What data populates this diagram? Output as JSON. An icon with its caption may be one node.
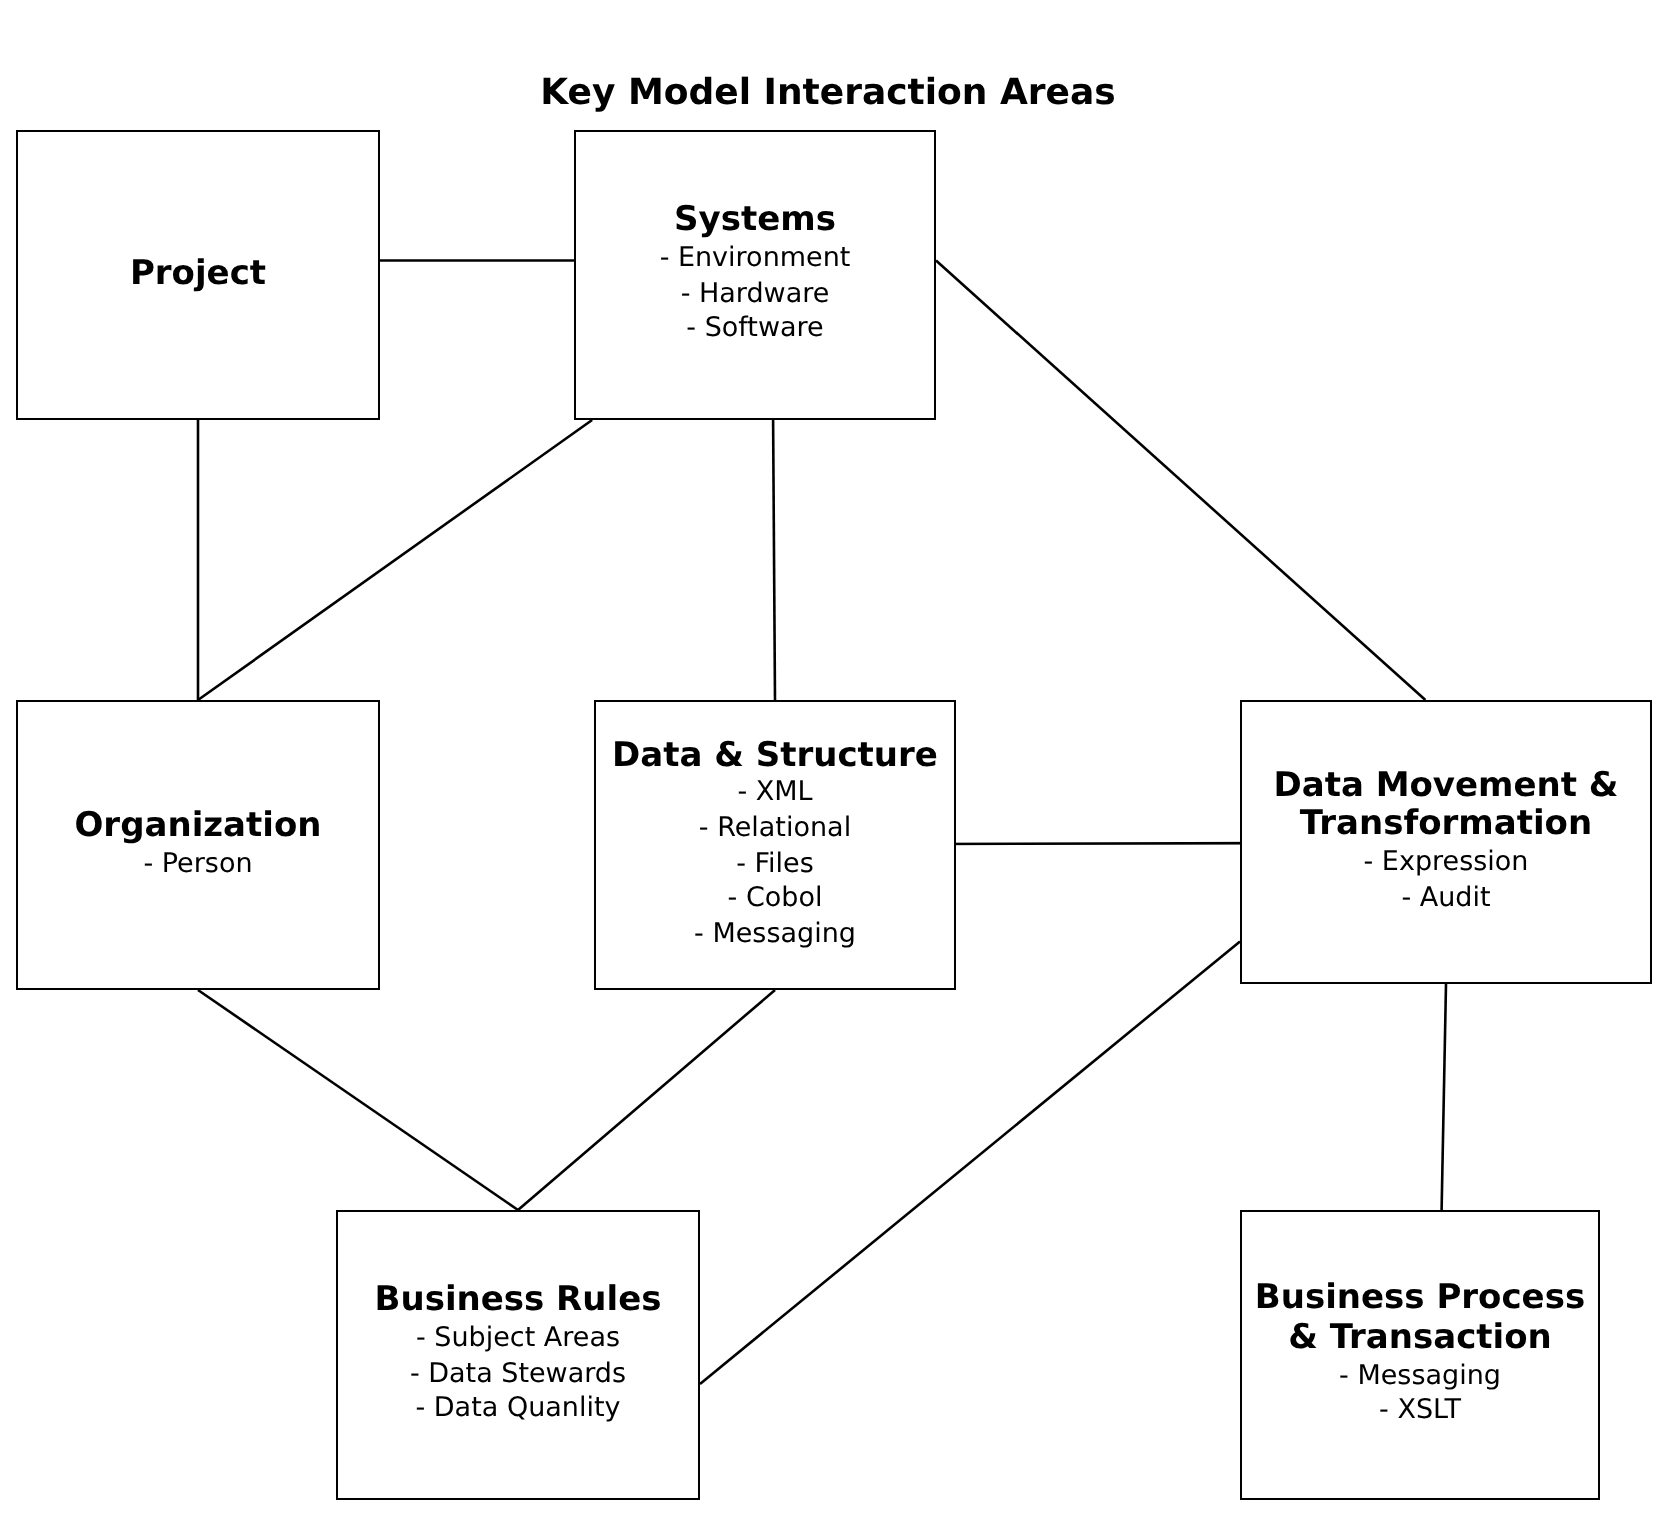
{
  "diagram": {
    "title": "Key Model Interaction Areas",
    "nodes": [
      {
        "text": [
          "Project"
        ]
      },
      {
        "text": [
          "Systems",
          "- Environment",
          "- Hardware",
          "- Software"
        ]
      },
      {
        "text": [
          "Organization",
          "- Person"
        ]
      },
      {
        "text": [
          "Data & Structure",
          "- XML",
          "- Relational",
          "- Files",
          "- Cobol",
          "- Messaging"
        ]
      },
      {
        "text": [
          "Data Movement & Transformation",
          "- Expression",
          "- Audit"
        ]
      },
      {
        "text": [
          "Business Rules",
          "- Subject Areas",
          "- Data Stewards",
          "- Data Quanlity"
        ]
      },
      {
        "text": [
          "Business Process & Transaction",
          "- Messaging",
          "- XSLT"
        ]
      }
    ],
    "edges": [
      {
        "from": 0,
        "to": 1,
        "arrow": "none"
      },
      {
        "from": 0,
        "to": 2,
        "arrow": "none"
      },
      {
        "from": 1,
        "to": 2,
        "arrow": "none"
      },
      {
        "from": 1,
        "to": 3,
        "arrow": "none"
      },
      {
        "from": 1,
        "to": 4,
        "arrow": "none"
      },
      {
        "from": 2,
        "to": 5,
        "arrow": "none"
      },
      {
        "from": 3,
        "to": 5,
        "arrow": "none"
      },
      {
        "from": 3,
        "to": 4,
        "arrow": "none"
      },
      {
        "from": 4,
        "to": 5,
        "arrow": "none"
      },
      {
        "from": 4,
        "to": 6,
        "arrow": "none"
      }
    ]
  }
}
